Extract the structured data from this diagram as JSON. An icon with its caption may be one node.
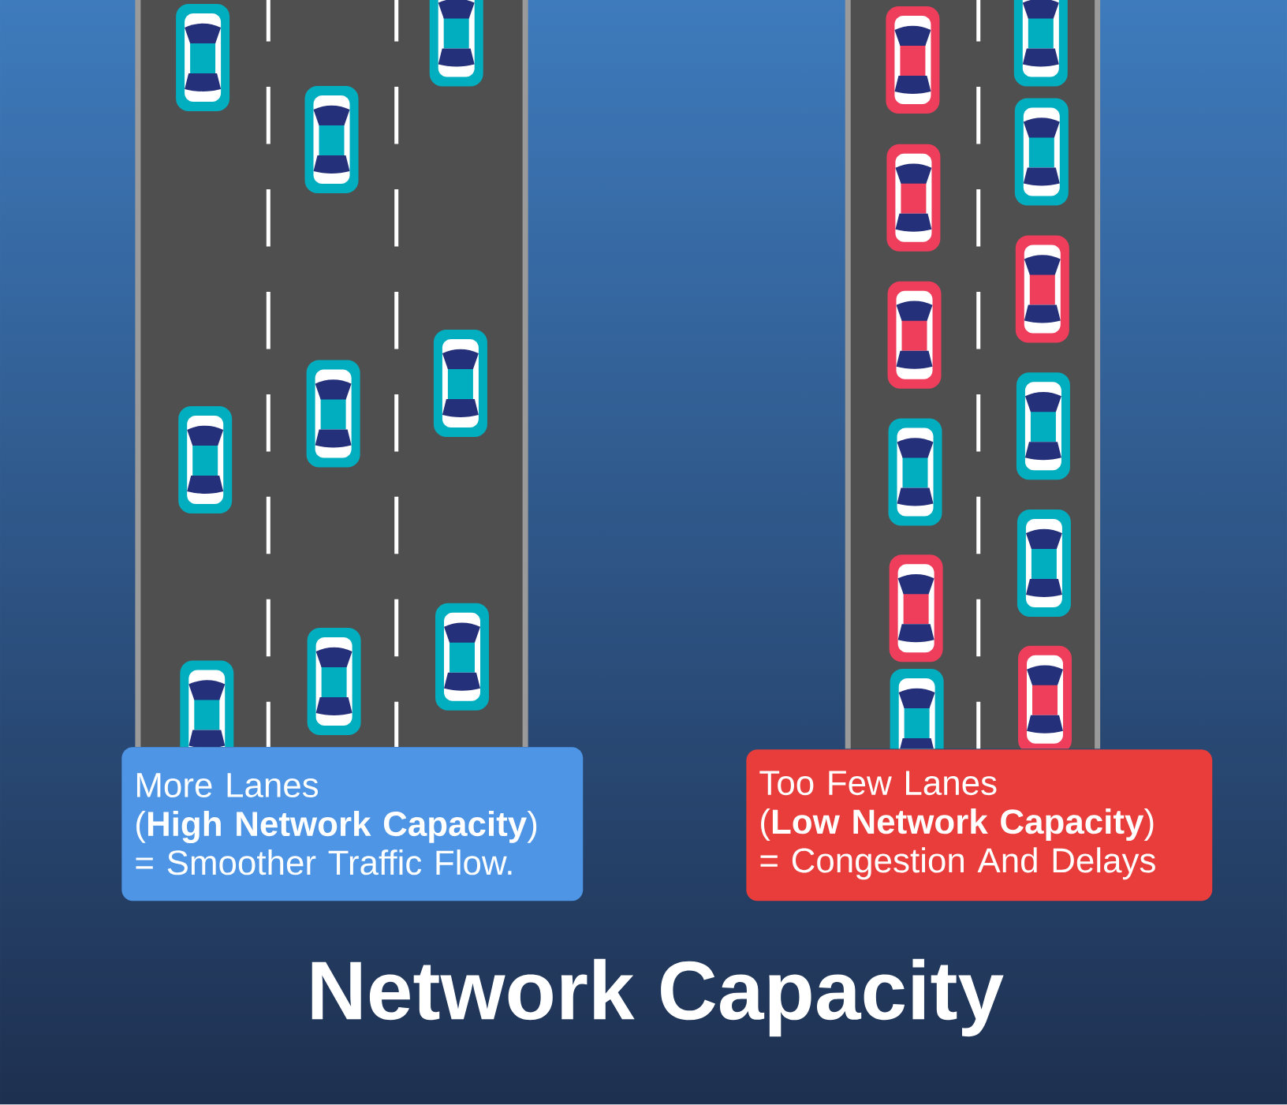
{
  "diagram": {
    "title": "Network Capacity",
    "nodes": [
      {
        "text": [
          "More Lanes",
          "(**High Network Capacity**)",
          "= Smoother Traffic Flow."
        ]
      },
      {
        "text": [
          "Too Few Lanes",
          "(**Low Network Capacity**)",
          "= Congestion And Delays"
        ]
      }
    ]
  }
}
